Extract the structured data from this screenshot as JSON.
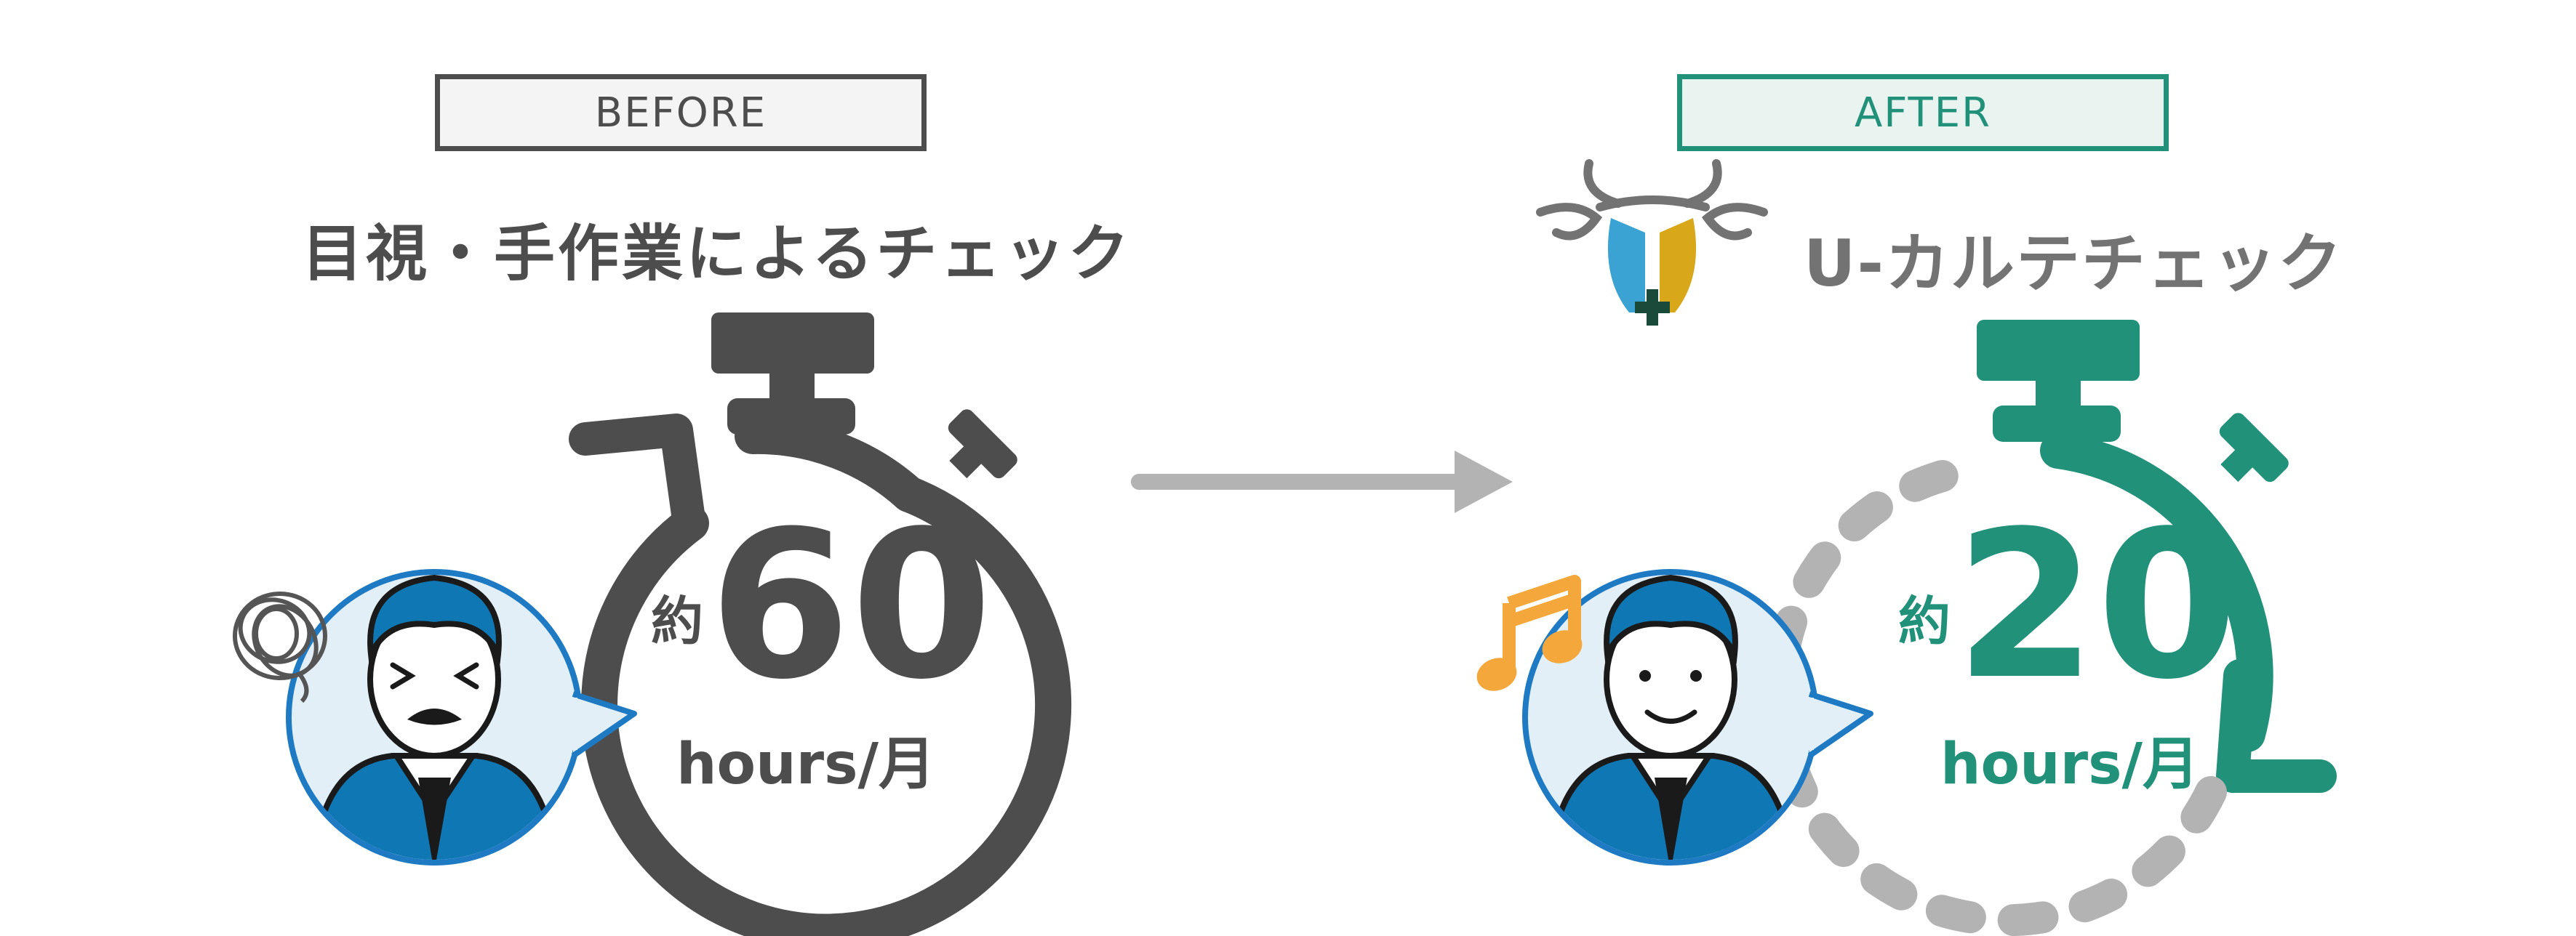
{
  "before": {
    "tag": "BEFORE",
    "title": "目視・手作業によるチェック",
    "prefix": "約",
    "value": "60",
    "unit": "hours/月"
  },
  "after": {
    "tag": "AFTER",
    "brand": "U-カルテチェック",
    "prefix": "約",
    "value": "20",
    "unit": "hours/月"
  },
  "colors": {
    "before_dark": "#4d4d4d",
    "after_green": "#21917a",
    "person_blue": "#0f78b4",
    "bubble_fill": "#e3eff7",
    "bubble_border": "#1f7ac4",
    "arrow_gray": "#b3b3b3",
    "note_orange": "#f4a73a",
    "logo_blue": "#3aa3d3",
    "logo_gold": "#d8a81a"
  },
  "icons": {
    "before_stopwatch": "stopwatch-icon",
    "after_stopwatch": "stopwatch-icon",
    "before_person": "stressed-person-icon",
    "after_person": "smiling-person-icon",
    "frustration": "tangled-scribble-icon",
    "music": "music-note-icon",
    "brand_logo": "cow-cross-logo-icon",
    "transition": "right-arrow-icon"
  }
}
